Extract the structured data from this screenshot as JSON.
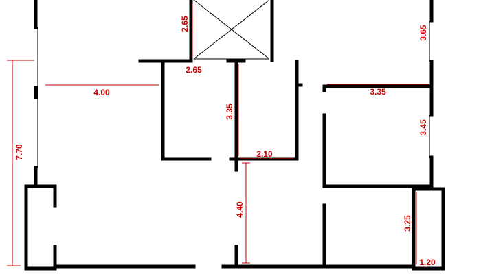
{
  "colors": {
    "wall": "#000000",
    "dimension": "#cc0000",
    "background": "#ffffff"
  },
  "dimensions": {
    "shaft_left_height": "2.65",
    "shaft_bottom_width": "2.65",
    "top_right_height": "3.65",
    "left_room_width": "4.00",
    "right_room_width": "3.35",
    "overall_left_height": "7.70",
    "center_room_height": "3.35",
    "right_room_height": "3.45",
    "center_room_width": "2.10",
    "corridor_height": "4.40",
    "bottom_right_height": "3.25",
    "bottom_right_width": "1.20"
  }
}
